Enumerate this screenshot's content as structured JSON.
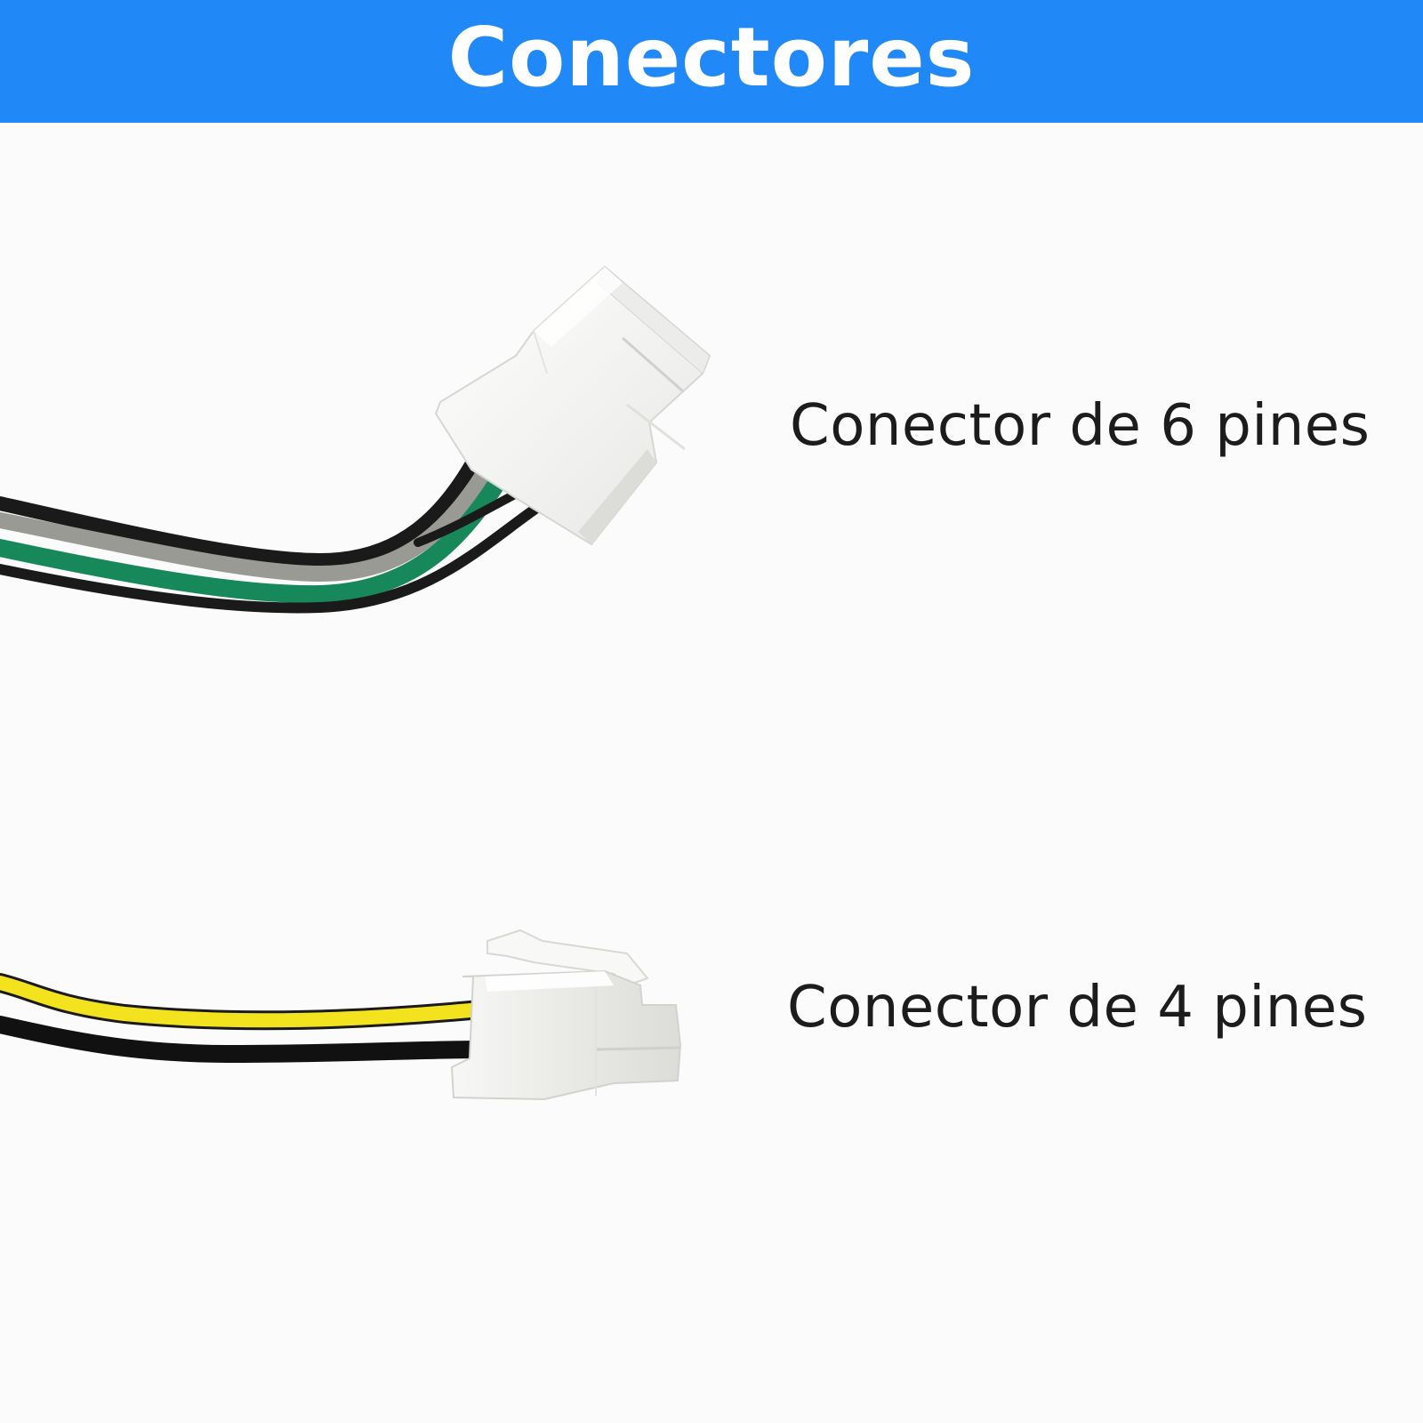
{
  "header": {
    "title": "Conectores",
    "background_color": "#2188f7",
    "text_color": "#ffffff"
  },
  "connectors": [
    {
      "label": "Conector de 6 pines",
      "wire_colors": [
        "#1a1a1a",
        "#9a9a94",
        "#17885a",
        "#1a1a1a"
      ],
      "housing_color": "#f4f4f2"
    },
    {
      "label": "Conector de 4 pines",
      "wire_colors": [
        "#f3e31e",
        "#111111"
      ],
      "housing_color": "#f4f4f2"
    }
  ]
}
